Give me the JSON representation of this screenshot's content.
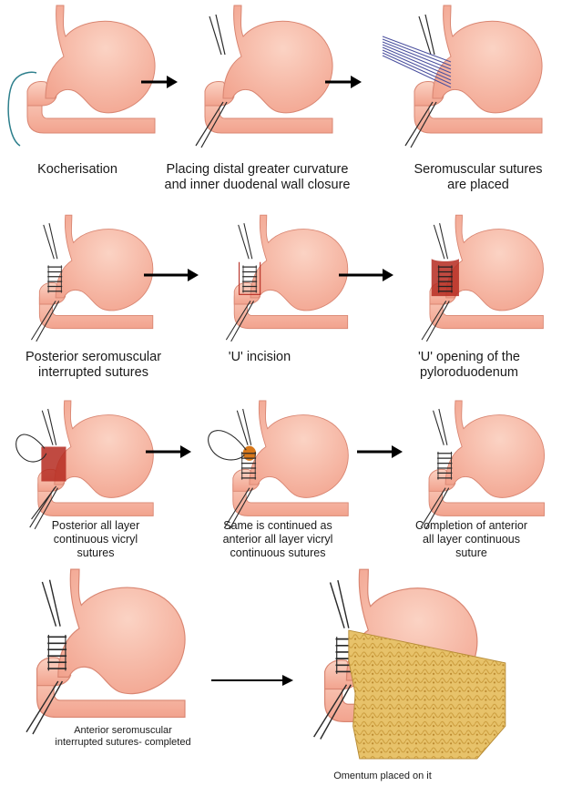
{
  "colors": {
    "stomach": "#f2a38e",
    "stomach_light": "#fbd3c4",
    "outline": "#d98672",
    "suture": "#2a2a2a",
    "seromuscular": "#4a4f9e",
    "incision": "#b52a20",
    "omentum": "#e7c26a"
  },
  "steps": [
    {
      "id": "kocherisation",
      "caption": "Kocherisation"
    },
    {
      "id": "placing-distal",
      "caption": "Placing distal greater curvature\nand inner duodenal wall closure"
    },
    {
      "id": "seromuscular-placed",
      "caption": "Seromuscular sutures\nare placed"
    },
    {
      "id": "posterior-seromuscular",
      "caption": "Posterior seromuscular\ninterrupted sutures"
    },
    {
      "id": "u-incision",
      "caption": "'U' incision"
    },
    {
      "id": "u-opening",
      "caption": "'U' opening of the\npyloroduodenum"
    },
    {
      "id": "posterior-all-layer",
      "caption": "Posterior all layer\ncontinuous vicryl\nsutures"
    },
    {
      "id": "anterior-continued",
      "caption": "Same is continued as\nanterior all layer vicryl\ncontinuous sutures"
    },
    {
      "id": "completion-anterior",
      "caption": "Completion of anterior\nall layer continuous\nsuture"
    },
    {
      "id": "anterior-seromuscular-completed",
      "caption": "Anterior seromuscular\ninterrupted sutures- completed"
    },
    {
      "id": "omentum-placed",
      "caption": "Omentum placed on it"
    }
  ]
}
